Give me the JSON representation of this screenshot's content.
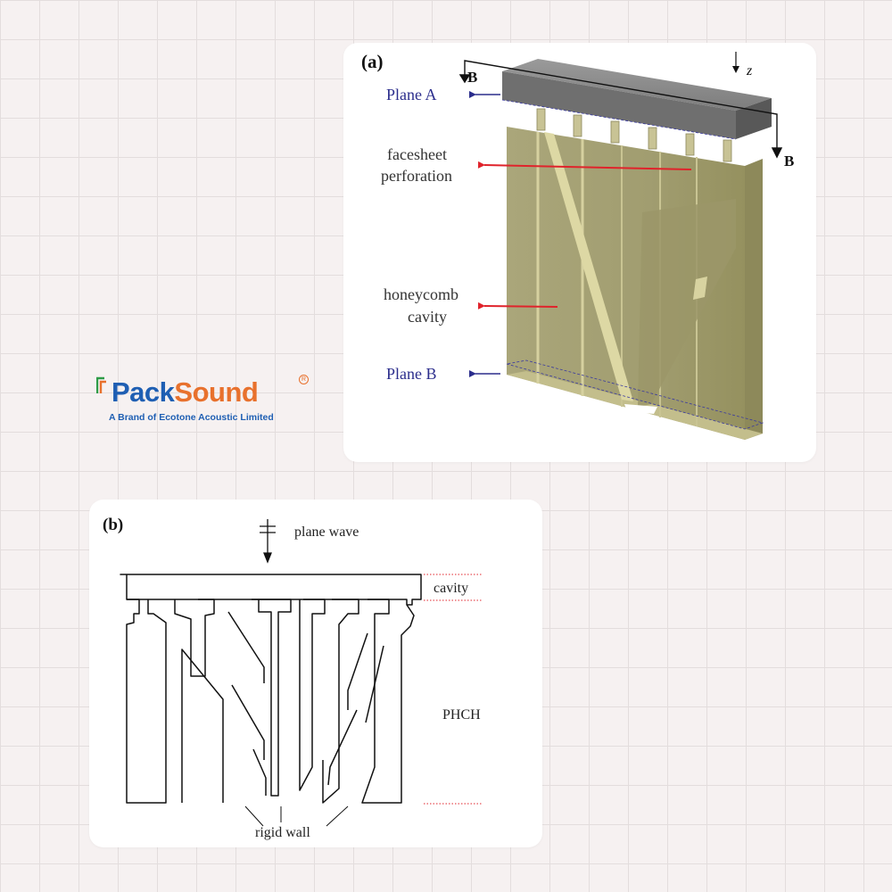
{
  "panel_a": {
    "label": "(a)",
    "plane_a": "Plane A",
    "plane_b": "Plane B",
    "facesheet_line1": "facesheet",
    "facesheet_line2": "perforation",
    "honeycomb_line1": "honeycomb",
    "honeycomb_line2": "cavity",
    "section_label": "B",
    "axis_label": "z"
  },
  "panel_b": {
    "label": "(b)",
    "wave_label": "plane wave",
    "cavity_label": "cavity",
    "phch_label": "PHCH",
    "wall_label": "rigid wall"
  },
  "logo": {
    "name_part1": "Pack",
    "name_part2": "Sound",
    "tagline": "A Brand of Ecotone Acoustic Limited",
    "registered": "R"
  },
  "colors": {
    "background": "#f6f1f1",
    "grid": "#e3dddd",
    "olive_body": "#a9a57a",
    "olive_front": "#9e9a6c",
    "olive_light": "#d8d3a0",
    "facesheet_top": "#8c8c8c",
    "facesheet_front": "#6e6e6e",
    "plane_label": "#2b2d8c",
    "red_arrow": "#e0232b",
    "logo_blue": "#1f5fb3",
    "logo_orange": "#e8712d",
    "logo_green": "#2e9b47"
  }
}
